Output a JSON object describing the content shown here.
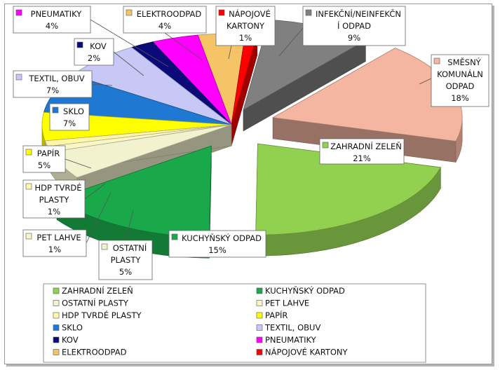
{
  "chart_data": {
    "type": "pie",
    "title": "",
    "colors": {
      "ZAHRADNÍ ZELEŇ": "#92d050",
      "KUCHYŇSKÝ ODPAD": "#1aa94a",
      "OSTATNÍ PLASTY": "#f2f2cf",
      "PET LAHVE": "#fbf7c4",
      "HDP TVRDÉ PLASTY": "#fff6a8",
      "PAPÍR": "#ffff00",
      "SKLO": "#1f78d1",
      "TEXTIL, OBUV": "#c8c8f6",
      "KOV": "#0a0a78",
      "PNEUMATIKY": "#ff00ff",
      "ELEKTROODPAD": "#f5c466",
      "NÁPOJOVÉ KARTONY": "#ff0000",
      "INFEKČNÍ/NEINFEKČNÍ ODPAD": "#808080",
      "SMĚSNÝ KOMUNÁLNÍ ODPAD": "#f4b6a0"
    },
    "slices": [
      {
        "name": "ZAHRADNÍ ZELEŇ",
        "value": 21,
        "label_lines": [
          "ZAHRADNÍ ZELEŇ",
          "21%"
        ]
      },
      {
        "name": "KUCHYŇSKÝ ODPAD",
        "value": 15,
        "label_lines": [
          "KUCHYŇSKÝ ODPAD",
          "15%"
        ]
      },
      {
        "name": "OSTATNÍ PLASTY",
        "value": 5,
        "label_lines": [
          "OSTATNÍ",
          "PLASTY",
          "5%"
        ]
      },
      {
        "name": "PET LAHVE",
        "value": 1,
        "label_lines": [
          "PET LAHVE",
          "1%"
        ]
      },
      {
        "name": "HDP TVRDÉ PLASTY",
        "value": 1,
        "label_lines": [
          "HDP TVRDÉ",
          "PLASTY",
          "1%"
        ]
      },
      {
        "name": "PAPÍR",
        "value": 5,
        "label_lines": [
          "PAPÍR",
          "5%"
        ]
      },
      {
        "name": "SKLO",
        "value": 7,
        "label_lines": [
          "SKLO",
          "7%"
        ]
      },
      {
        "name": "TEXTIL, OBUV",
        "value": 7,
        "label_lines": [
          "TEXTIL, OBUV",
          "7%"
        ]
      },
      {
        "name": "KOV",
        "value": 2,
        "label_lines": [
          "KOV",
          "2%"
        ]
      },
      {
        "name": "PNEUMATIKY",
        "value": 4,
        "label_lines": [
          "PNEUMATIKY",
          "4%"
        ]
      },
      {
        "name": "ELEKTROODPAD",
        "value": 4,
        "label_lines": [
          "ELEKTROODPAD",
          "4%"
        ]
      },
      {
        "name": "NÁPOJOVÉ KARTONY",
        "value": 1,
        "label_lines": [
          "NÁPOJOVÉ",
          "KARTONY",
          "1%"
        ]
      },
      {
        "name": "INFEKČNÍ/NEINFEKČNÍ ODPAD",
        "value": 9,
        "label_lines": [
          "INFEKČNÍ/NEINFEKČN",
          "Í ODPAD",
          "9%"
        ]
      },
      {
        "name": "SMĚSNÝ KOMUNÁLNÍ ODPAD",
        "value": 18,
        "label_lines": [
          "SMĚSNÝ",
          "KOMUNÁLN",
          "ODPAD",
          "18%"
        ]
      }
    ],
    "legend": {
      "placement": "bottom",
      "items": [
        "ZAHRADNÍ ZELEŇ",
        "KUCHYŇSKÝ ODPAD",
        "OSTATNÍ PLASTY",
        "PET LAHVE",
        "HDP TVRDÉ PLASTY",
        "PAPÍR",
        "SKLO",
        "TEXTIL, OBUV",
        "KOV",
        "PNEUMATIKY",
        "ELEKTROODPAD",
        "NÁPOJOVÉ KARTONY"
      ]
    }
  }
}
